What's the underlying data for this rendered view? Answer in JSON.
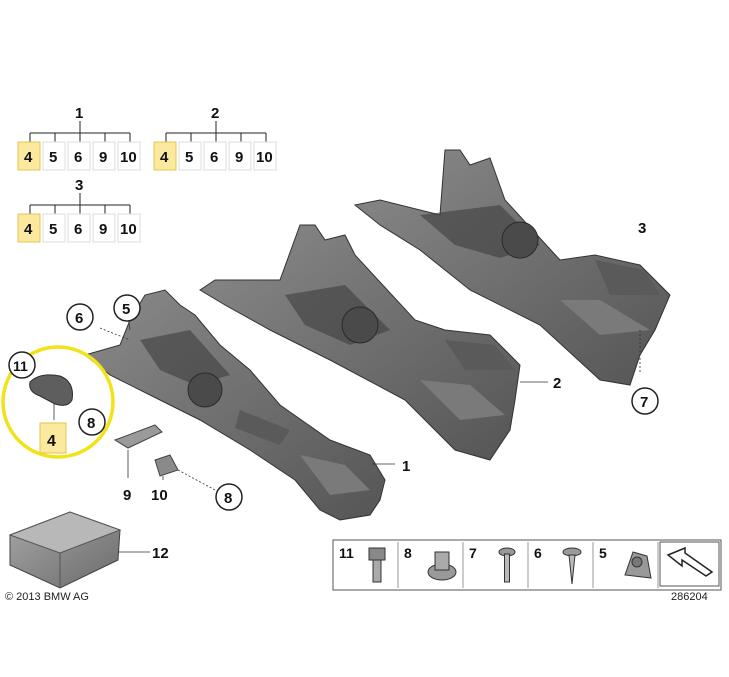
{
  "colors": {
    "highlight": "#fbe9a0",
    "highlight_border": "#e3c44b",
    "circle": "#f5e400",
    "part_fill": "#6f6f6f",
    "part_dark": "#4a4a4a",
    "part_light": "#9a9a9a"
  },
  "bom_groups": [
    {
      "parent": "1",
      "children": [
        "4",
        "5",
        "6",
        "9",
        "10"
      ],
      "highlight": "4"
    },
    {
      "parent": "2",
      "children": [
        "4",
        "5",
        "6",
        "9",
        "10"
      ],
      "highlight": "4"
    },
    {
      "parent": "3",
      "children": [
        "4",
        "5",
        "6",
        "9",
        "10"
      ],
      "highlight": "4"
    }
  ],
  "callouts": {
    "c1": "1",
    "c2": "2",
    "c3": "3",
    "c4": "4",
    "c5": "5",
    "c6": "6",
    "c7": "7",
    "c8a": "8",
    "c8b": "8",
    "c9": "9",
    "c10": "10",
    "c11": "11",
    "c12": "12"
  },
  "legend": [
    {
      "num": "11",
      "icon": "bolt-icon"
    },
    {
      "num": "8",
      "icon": "nut-icon"
    },
    {
      "num": "7",
      "icon": "screw-icon"
    },
    {
      "num": "6",
      "icon": "self-tapping-screw-icon"
    },
    {
      "num": "5",
      "icon": "clip-nut-icon"
    }
  ],
  "copyright": "© 2013 BMW AG",
  "diagram_id": "286204"
}
